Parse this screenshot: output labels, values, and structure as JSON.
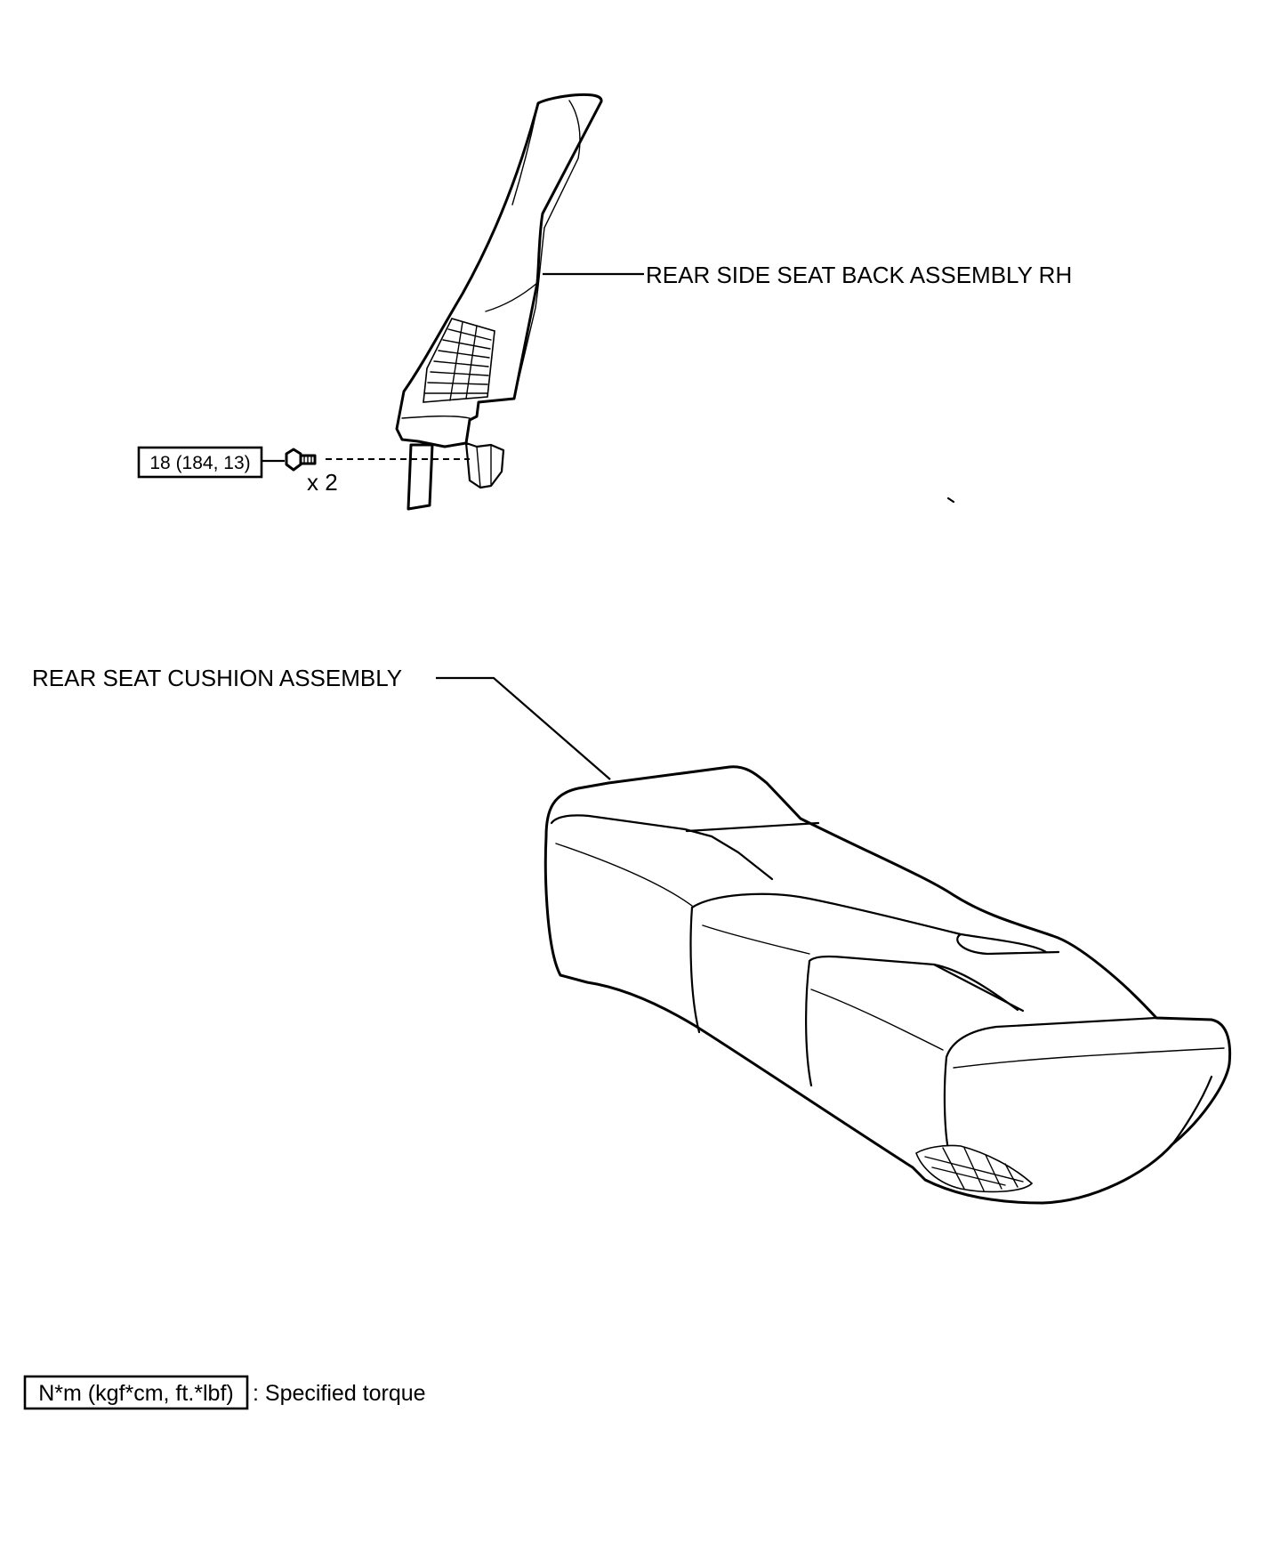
{
  "diagram": {
    "parts": {
      "seat_back": "REAR SIDE SEAT BACK ASSEMBLY RH",
      "seat_cushion": "REAR SEAT CUSHION ASSEMBLY"
    },
    "fastener": {
      "torque": "18 (184, 13)",
      "quantity": "x 2"
    },
    "legend": {
      "unit_box": "N*m (kgf*cm, ft.*lbf)",
      "description": ": Specified torque"
    }
  }
}
